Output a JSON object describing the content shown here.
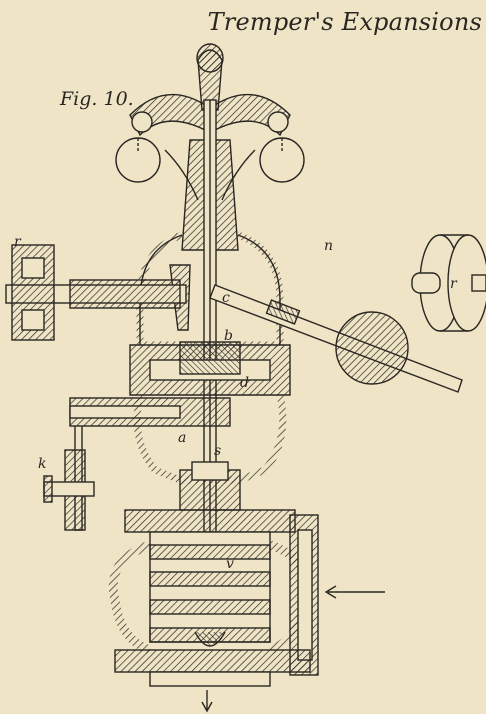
{
  "plate": {
    "title": "Tremper's Expansions",
    "figure_label": "Fig. 10."
  },
  "labels": {
    "r_left": "r",
    "r_right": "r",
    "n": "n",
    "c": "c",
    "b": "b",
    "d": "d",
    "a": "a",
    "s": "s",
    "k": "k",
    "v": "v"
  },
  "colors": {
    "paper": "#efe5c6",
    "ink": "#2a2622"
  }
}
